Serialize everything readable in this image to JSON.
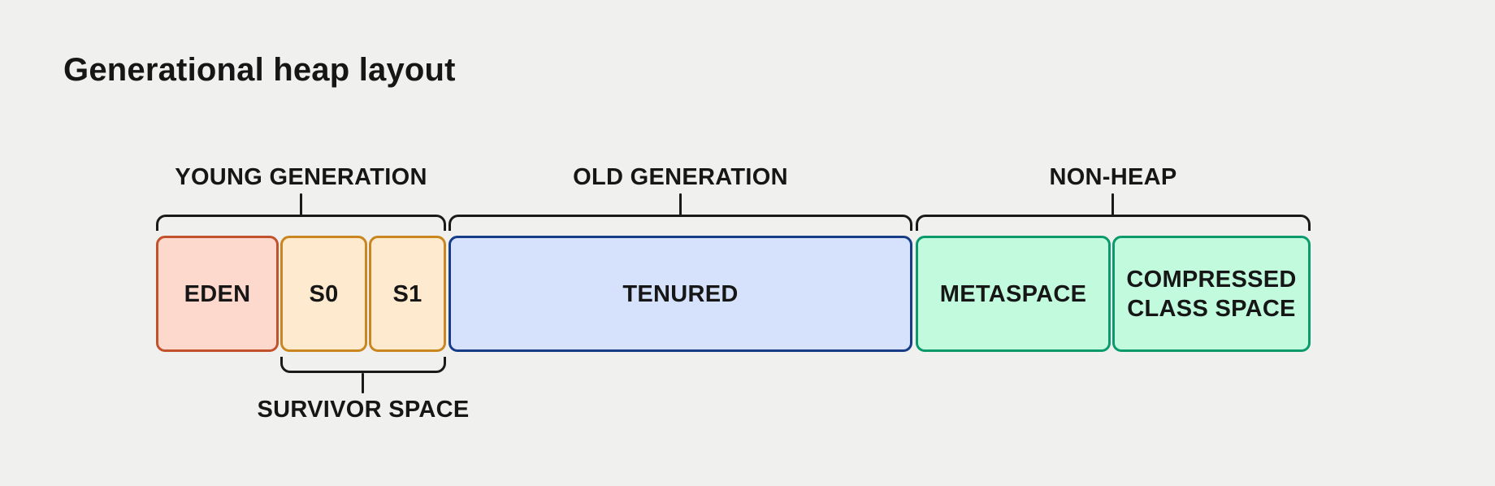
{
  "title": "Generational heap layout",
  "colors": {
    "background": "#f0f0ee",
    "text": "#161616",
    "bracket_line": "#1a1a1a",
    "eden_fill": "#fcd9cc",
    "eden_border": "#c2522b",
    "survivor_fill": "#fdeacf",
    "survivor_border": "#ca861f",
    "tenured_fill": "#d6e2fb",
    "tenured_border": "#163d85",
    "nonheap_fill": "#c1fadd",
    "nonheap_border": "#0a9a6c"
  },
  "groups": [
    {
      "label": "YOUNG GENERATION",
      "members": [
        "EDEN",
        "S0",
        "S1"
      ]
    },
    {
      "label": "OLD GENERATION",
      "members": [
        "TENURED"
      ]
    },
    {
      "label": "NON-HEAP",
      "members": [
        "METASPACE",
        "COMPRESSED CLASS SPACE"
      ]
    }
  ],
  "boxes": [
    {
      "label": "EDEN",
      "fill": "#fcd9cc",
      "border": "#c2522b"
    },
    {
      "label": "S0",
      "fill": "#fdeacf",
      "border": "#ca861f"
    },
    {
      "label": "S1",
      "fill": "#fdeacf",
      "border": "#ca861f"
    },
    {
      "label": "TENURED",
      "fill": "#d6e2fb",
      "border": "#163d85"
    },
    {
      "label": "METASPACE",
      "fill": "#c1fadd",
      "border": "#0a9a6c"
    },
    {
      "label": "COMPRESSED CLASS SPACE",
      "fill": "#c1fadd",
      "border": "#0a9a6c"
    }
  ],
  "sub_group": {
    "label": "SURVIVOR SPACE",
    "members": [
      "S0",
      "S1"
    ]
  }
}
